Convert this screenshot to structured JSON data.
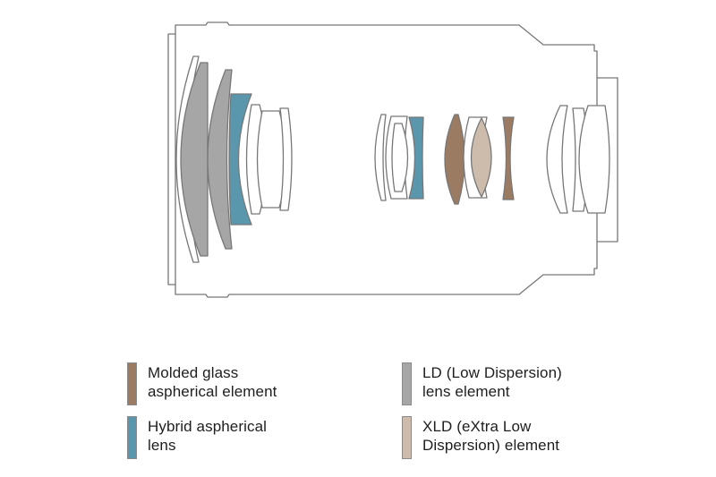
{
  "colors": {
    "molded_glass_aspherical": "#9b7c62",
    "hybrid_aspherical": "#5b97ac",
    "ld": "#a6a6a6",
    "xld": "#cdbcac",
    "outline": "#777777"
  },
  "legend": [
    {
      "key": "molded_glass_aspherical",
      "line1": "Molded glass",
      "line2": "aspherical element",
      "color": "#9b7c62"
    },
    {
      "key": "hybrid_aspherical",
      "line1": "Hybrid aspherical",
      "line2": "lens",
      "color": "#5b97ac"
    },
    {
      "key": "ld",
      "line1": "LD (Low Dispersion)",
      "line2": "lens element",
      "color": "#a6a6a6"
    },
    {
      "key": "xld",
      "line1": "XLD (eXtra Low",
      "line2": "Dispersion) element",
      "color": "#cdbcac"
    }
  ]
}
